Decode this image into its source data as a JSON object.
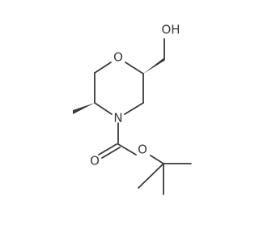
{
  "molecule": {
    "atoms": {
      "ring_oxygen": "O",
      "hydroxyl": "OH",
      "ring_nitrogen": "N",
      "carbonyl_oxygen": "O",
      "ester_oxygen": "O"
    }
  },
  "colors": {
    "ink": "#3a3a3a",
    "background": "#ffffff"
  }
}
